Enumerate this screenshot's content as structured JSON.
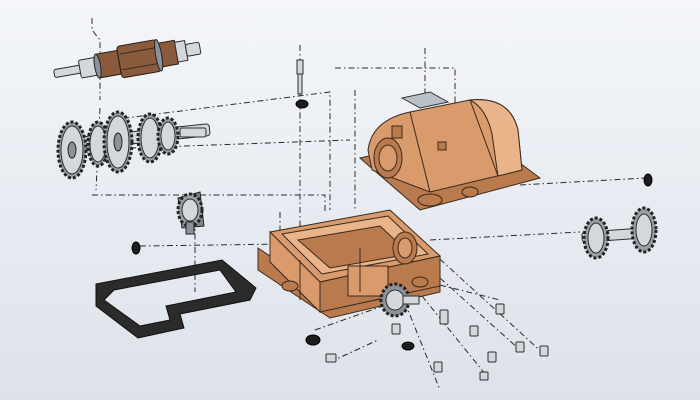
{
  "scene": {
    "view": "exploded-assembly",
    "colors": {
      "background": "#e9edf2",
      "casting": "#d99a6c",
      "casting_shadow": "#b97a4e",
      "steel": "#d4d7dc",
      "bronze": "#8a5a3c",
      "gasket": "#2b2b2b",
      "leader": "#2a2a2a"
    },
    "parts": [
      {
        "name": "input-shaft",
        "icon": "shaft-icon"
      },
      {
        "name": "gear-cluster",
        "icon": "gear-icon"
      },
      {
        "name": "bevel-pinion",
        "icon": "bevel-gear-icon"
      },
      {
        "name": "gearbox-cover",
        "icon": "cover-icon"
      },
      {
        "name": "gearbox-housing",
        "icon": "housing-icon"
      },
      {
        "name": "output-gear-shaft",
        "icon": "gear-icon"
      },
      {
        "name": "flange-gasket",
        "icon": "gasket-icon"
      },
      {
        "name": "inspection-plate",
        "icon": "plate-icon"
      },
      {
        "name": "fasteners",
        "icon": "bolt-icon"
      }
    ]
  }
}
